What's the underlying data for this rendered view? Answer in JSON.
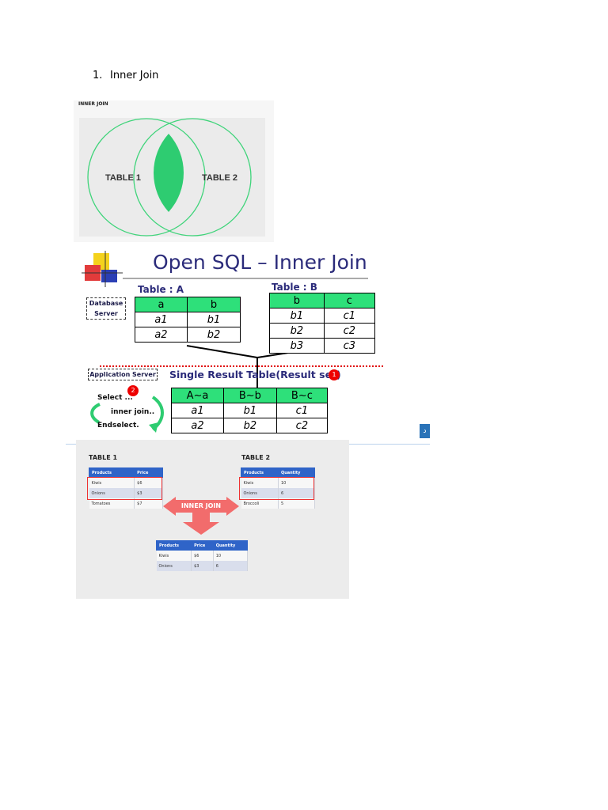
{
  "heading": {
    "number": "1.",
    "text": "Inner Join"
  },
  "venn": {
    "caption": "INNER JOIN",
    "left_label": "TABLE 1",
    "right_label": "TABLE 2",
    "colors": {
      "overlap": "#2ecc71",
      "outline": "#3fd47a"
    }
  },
  "open_sql": {
    "title": "Open SQL – Inner Join",
    "table_a_label": "Table : A",
    "table_b_label": "Table : B",
    "db_server": [
      "Database",
      "Server"
    ],
    "app_server": "Application Server",
    "result_label": "Single Result Table(Result set)",
    "badge1": "1",
    "badge2": "2",
    "code": [
      "Select ...",
      "inner join..",
      "Endselect."
    ],
    "table_a": {
      "headers": [
        "a",
        "b"
      ],
      "rows": [
        [
          "a1",
          "b1"
        ],
        [
          "a2",
          "b2"
        ]
      ]
    },
    "table_b": {
      "headers": [
        "b",
        "c"
      ],
      "rows": [
        [
          "b1",
          "c1"
        ],
        [
          "b2",
          "c2"
        ],
        [
          "b3",
          "c3"
        ]
      ]
    },
    "result": {
      "headers": [
        "A~a",
        "B~b",
        "B~c"
      ],
      "rows": [
        [
          "a1",
          "b1",
          "c1"
        ],
        [
          "a2",
          "b2",
          "c2"
        ]
      ]
    },
    "side_tab": "د",
    "colors": {
      "title": "#2b2b7a",
      "header_fill": "#2ee07a",
      "dotted_line": "#e00000"
    }
  },
  "products": {
    "table1_caption": "TABLE 1",
    "table2_caption": "TABLE 2",
    "join_label": "INNER JOIN",
    "table1": {
      "headers": [
        "Products",
        "Price"
      ],
      "rows": [
        [
          "Kiwis",
          "$6"
        ],
        [
          "Onions",
          "$3"
        ],
        [
          "Tomatoes",
          "$7"
        ]
      ]
    },
    "table2": {
      "headers": [
        "Products",
        "Quantity"
      ],
      "rows": [
        [
          "Kiwis",
          "10"
        ],
        [
          "Onions",
          "6"
        ],
        [
          "Broccoli",
          "5"
        ]
      ]
    },
    "result": {
      "headers": [
        "Products",
        "Price",
        "Quantity"
      ],
      "rows": [
        [
          "Kiwis",
          "$6",
          "10"
        ],
        [
          "Onions",
          "$3",
          "6"
        ]
      ]
    },
    "colors": {
      "header": "#2f64c8",
      "arrow": "#f26c6c",
      "highlight": "#e33333"
    }
  }
}
